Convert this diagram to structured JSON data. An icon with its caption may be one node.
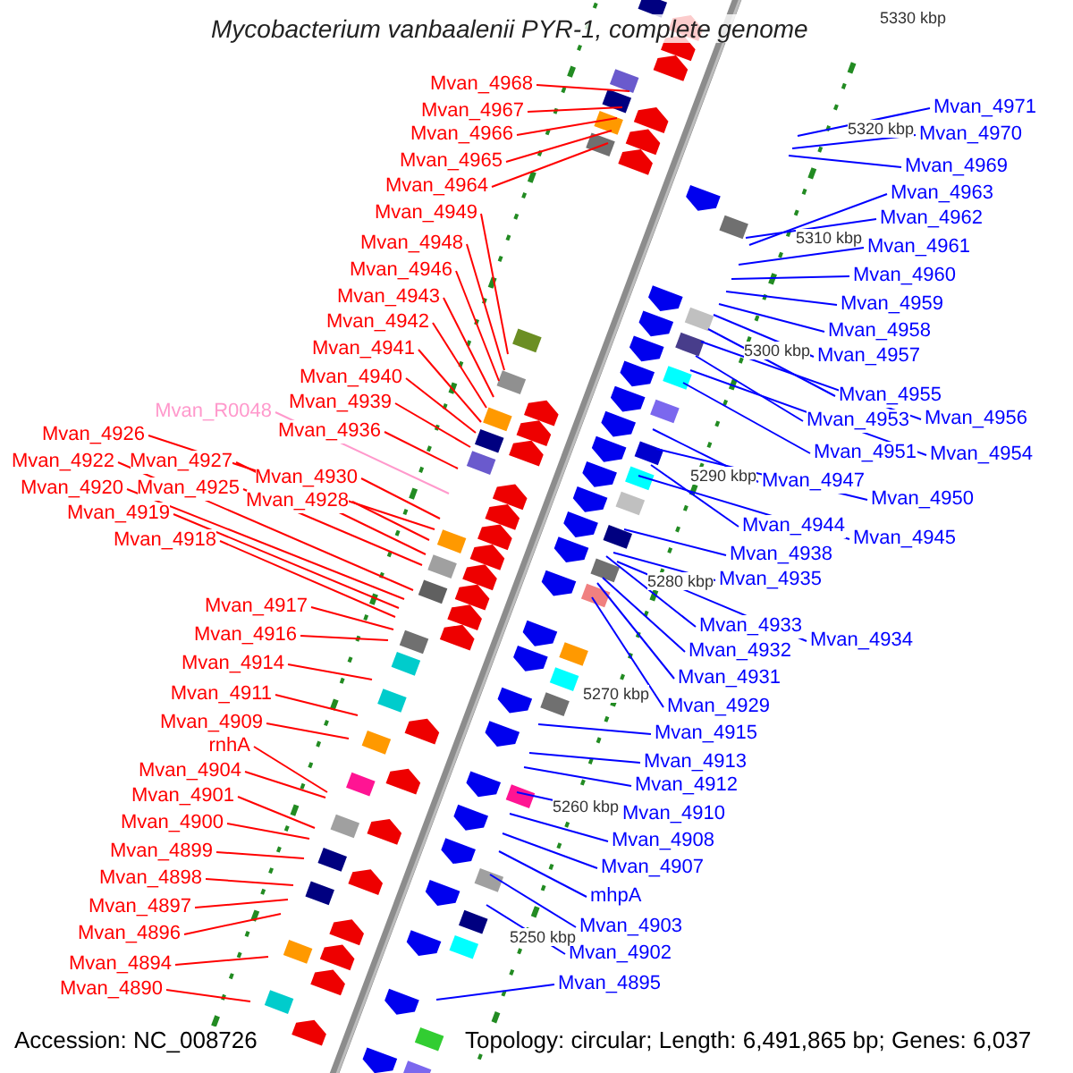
{
  "diagram": {
    "title": "Mycobacterium vanbaalenii PYR-1, complete genome",
    "nodes": [
      {
        "text": [
          "Mvan_4968"
        ]
      },
      {
        "text": [
          "Mvan_4967"
        ]
      },
      {
        "text": [
          "Mvan_4966"
        ]
      },
      {
        "text": [
          "Mvan_4965"
        ]
      },
      {
        "text": [
          "Mvan_4964"
        ]
      },
      {
        "text": [
          "Mvan_4949"
        ]
      },
      {
        "text": [
          "Mvan_4948"
        ]
      },
      {
        "text": [
          "Mvan_4946"
        ]
      },
      {
        "text": [
          "Mvan_4943"
        ]
      },
      {
        "text": [
          "Mvan_4942"
        ]
      },
      {
        "text": [
          "Mvan_4941"
        ]
      },
      {
        "text": [
          "Mvan_4940"
        ]
      },
      {
        "text": [
          "Mvan_4939"
        ]
      },
      {
        "text": [
          "Mvan_R0048"
        ]
      },
      {
        "text": [
          "Mvan_4936"
        ]
      },
      {
        "text": [
          "Mvan_4926"
        ]
      },
      {
        "text": [
          "Mvan_4927"
        ]
      },
      {
        "text": [
          "Mvan_4922"
        ]
      },
      {
        "text": [
          "Mvan_4930"
        ]
      },
      {
        "text": [
          "Mvan_4920"
        ]
      },
      {
        "text": [
          "Mvan_4925"
        ]
      },
      {
        "text": [
          "Mvan_4928"
        ]
      },
      {
        "text": [
          "Mvan_4919"
        ]
      },
      {
        "text": [
          "Mvan_4918"
        ]
      },
      {
        "text": [
          "Mvan_4917"
        ]
      },
      {
        "text": [
          "Mvan_4916"
        ]
      },
      {
        "text": [
          "Mvan_4914"
        ]
      },
      {
        "text": [
          "Mvan_4911"
        ]
      },
      {
        "text": [
          "Mvan_4909"
        ]
      },
      {
        "text": [
          "rnhA"
        ]
      },
      {
        "text": [
          "Mvan_4904"
        ]
      },
      {
        "text": [
          "Mvan_4901"
        ]
      },
      {
        "text": [
          "Mvan_4900"
        ]
      },
      {
        "text": [
          "Mvan_4899"
        ]
      },
      {
        "text": [
          "Mvan_4898"
        ]
      },
      {
        "text": [
          "Mvan_4897"
        ]
      },
      {
        "text": [
          "Mvan_4896"
        ]
      },
      {
        "text": [
          "Mvan_4894"
        ]
      },
      {
        "text": [
          "Mvan_4890"
        ]
      },
      {
        "text": [
          "Mvan_4971"
        ]
      },
      {
        "text": [
          "Mvan_4970"
        ]
      },
      {
        "text": [
          "Mvan_4969"
        ]
      },
      {
        "text": [
          "Mvan_4963"
        ]
      },
      {
        "text": [
          "Mvan_4962"
        ]
      },
      {
        "text": [
          "Mvan_4961"
        ]
      },
      {
        "text": [
          "Mvan_4960"
        ]
      },
      {
        "text": [
          "Mvan_4959"
        ]
      },
      {
        "text": [
          "Mvan_4958"
        ]
      },
      {
        "text": [
          "Mvan_4957"
        ]
      },
      {
        "text": [
          "Mvan_4955"
        ]
      },
      {
        "text": [
          "Mvan_4956"
        ]
      },
      {
        "text": [
          "Mvan_4953"
        ]
      },
      {
        "text": [
          "Mvan_4954"
        ]
      },
      {
        "text": [
          "Mvan_4951"
        ]
      },
      {
        "text": [
          "Mvan_4947"
        ]
      },
      {
        "text": [
          "Mvan_4950"
        ]
      },
      {
        "text": [
          "Mvan_4944"
        ]
      },
      {
        "text": [
          "Mvan_4945"
        ]
      },
      {
        "text": [
          "Mvan_4938"
        ]
      },
      {
        "text": [
          "Mvan_4935"
        ]
      },
      {
        "text": [
          "Mvan_4933"
        ]
      },
      {
        "text": [
          "Mvan_4934"
        ]
      },
      {
        "text": [
          "Mvan_4932"
        ]
      },
      {
        "text": [
          "Mvan_4931"
        ]
      },
      {
        "text": [
          "Mvan_4929"
        ]
      },
      {
        "text": [
          "Mvan_4915"
        ]
      },
      {
        "text": [
          "Mvan_4913"
        ]
      },
      {
        "text": [
          "Mvan_4912"
        ]
      },
      {
        "text": [
          "Mvan_4910"
        ]
      },
      {
        "text": [
          "Mvan_4908"
        ]
      },
      {
        "text": [
          "Mvan_4907"
        ]
      },
      {
        "text": [
          "mhpA"
        ]
      },
      {
        "text": [
          "Mvan_4903"
        ]
      },
      {
        "text": [
          "Mvan_4902"
        ]
      },
      {
        "text": [
          "Mvan_4895"
        ]
      }
    ],
    "edges": [
      {
        "from": 0,
        "to": null,
        "arrow": "none"
      },
      {
        "from": 1,
        "to": null,
        "arrow": "none"
      },
      {
        "from": 2,
        "to": null,
        "arrow": "none"
      },
      {
        "from": 3,
        "to": null,
        "arrow": "none"
      },
      {
        "from": 4,
        "to": null,
        "arrow": "none"
      },
      {
        "from": 5,
        "to": null,
        "arrow": "none"
      },
      {
        "from": 6,
        "to": null,
        "arrow": "none"
      },
      {
        "from": 7,
        "to": null,
        "arrow": "none"
      },
      {
        "from": 8,
        "to": null,
        "arrow": "none"
      },
      {
        "from": 9,
        "to": null,
        "arrow": "none"
      },
      {
        "from": 10,
        "to": null,
        "arrow": "none"
      },
      {
        "from": 11,
        "to": null,
        "arrow": "none"
      },
      {
        "from": 12,
        "to": null,
        "arrow": "none"
      },
      {
        "from": 13,
        "to": null,
        "arrow": "none",
        "color": "#ff99cc"
      },
      {
        "from": 14,
        "to": null,
        "arrow": "none"
      },
      {
        "from": 15,
        "to": null,
        "arrow": "none"
      },
      {
        "from": 16,
        "to": null,
        "arrow": "none"
      },
      {
        "from": 17,
        "to": null,
        "arrow": "none"
      },
      {
        "from": 18,
        "to": null,
        "arrow": "none"
      },
      {
        "from": 19,
        "to": null,
        "arrow": "none"
      },
      {
        "from": 20,
        "to": null,
        "arrow": "none"
      },
      {
        "from": 21,
        "to": null,
        "arrow": "none"
      },
      {
        "from": 22,
        "to": null,
        "arrow": "none"
      },
      {
        "from": 23,
        "to": null,
        "arrow": "none"
      },
      {
        "from": 24,
        "to": null,
        "arrow": "none"
      },
      {
        "from": 25,
        "to": null,
        "arrow": "none"
      },
      {
        "from": 26,
        "to": null,
        "arrow": "none"
      },
      {
        "from": 27,
        "to": null,
        "arrow": "none"
      },
      {
        "from": 28,
        "to": null,
        "arrow": "none"
      },
      {
        "from": 29,
        "to": null,
        "arrow": "none"
      },
      {
        "from": 30,
        "to": null,
        "arrow": "none"
      },
      {
        "from": 31,
        "to": null,
        "arrow": "none"
      },
      {
        "from": 32,
        "to": null,
        "arrow": "none"
      },
      {
        "from": 33,
        "to": null,
        "arrow": "none"
      },
      {
        "from": 34,
        "to": null,
        "arrow": "none"
      },
      {
        "from": 35,
        "to": null,
        "arrow": "none"
      },
      {
        "from": 36,
        "to": null,
        "arrow": "none"
      },
      {
        "from": 37,
        "to": null,
        "arrow": "none"
      },
      {
        "from": 38,
        "to": null,
        "arrow": "none"
      },
      {
        "from": 39,
        "to": null,
        "arrow": "none",
        "color": "#0000ff"
      },
      {
        "from": 40,
        "to": null,
        "arrow": "none",
        "color": "#0000ff"
      },
      {
        "from": 41,
        "to": null,
        "arrow": "none",
        "color": "#0000ff"
      },
      {
        "from": 42,
        "to": null,
        "arrow": "none",
        "color": "#0000ff"
      },
      {
        "from": 43,
        "to": null,
        "arrow": "none",
        "color": "#0000ff"
      },
      {
        "from": 44,
        "to": null,
        "arrow": "none",
        "color": "#0000ff"
      },
      {
        "from": 45,
        "to": null,
        "arrow": "none",
        "color": "#0000ff"
      },
      {
        "from": 46,
        "to": null,
        "arrow": "none",
        "color": "#0000ff"
      },
      {
        "from": 47,
        "to": null,
        "arrow": "none",
        "color": "#0000ff"
      },
      {
        "from": 48,
        "to": null,
        "arrow": "none",
        "color": "#0000ff"
      },
      {
        "from": 49,
        "to": null,
        "arrow": "none",
        "color": "#0000ff"
      },
      {
        "from": 50,
        "to": null,
        "arrow": "none",
        "color": "#0000ff"
      },
      {
        "from": 51,
        "to": null,
        "arrow": "none",
        "color": "#0000ff"
      },
      {
        "from": 52,
        "to": null,
        "arrow": "none",
        "color": "#0000ff"
      },
      {
        "from": 53,
        "to": null,
        "arrow": "none",
        "color": "#0000ff"
      },
      {
        "from": 54,
        "to": null,
        "arrow": "none",
        "color": "#0000ff"
      },
      {
        "from": 55,
        "to": null,
        "arrow": "none",
        "color": "#0000ff"
      },
      {
        "from": 56,
        "to": null,
        "arrow": "none",
        "color": "#0000ff"
      },
      {
        "from": 57,
        "to": null,
        "arrow": "none",
        "color": "#0000ff"
      },
      {
        "from": 58,
        "to": null,
        "arrow": "none",
        "color": "#0000ff"
      },
      {
        "from": 59,
        "to": null,
        "arrow": "none",
        "color": "#0000ff"
      },
      {
        "from": 60,
        "to": null,
        "arrow": "none",
        "color": "#0000ff"
      },
      {
        "from": 61,
        "to": null,
        "arrow": "none",
        "color": "#0000ff"
      },
      {
        "from": 62,
        "to": null,
        "arrow": "none",
        "color": "#0000ff"
      },
      {
        "from": 63,
        "to": null,
        "arrow": "none",
        "color": "#0000ff"
      },
      {
        "from": 64,
        "to": null,
        "arrow": "none",
        "color": "#0000ff"
      },
      {
        "from": 65,
        "to": null,
        "arrow": "none",
        "color": "#0000ff"
      },
      {
        "from": 66,
        "to": null,
        "arrow": "none",
        "color": "#0000ff"
      },
      {
        "from": 67,
        "to": null,
        "arrow": "none",
        "color": "#0000ff"
      },
      {
        "from": 68,
        "to": null,
        "arrow": "none",
        "color": "#0000ff"
      },
      {
        "from": 69,
        "to": null,
        "arrow": "none",
        "color": "#0000ff"
      },
      {
        "from": 70,
        "to": null,
        "arrow": "none",
        "color": "#0000ff"
      },
      {
        "from": 71,
        "to": null,
        "arrow": "none",
        "color": "#0000ff"
      },
      {
        "from": 72,
        "to": null,
        "arrow": "none",
        "color": "#0000ff"
      },
      {
        "from": 73,
        "to": null,
        "arrow": "none",
        "color": "#0000ff"
      },
      {
        "from": 74,
        "to": null,
        "arrow": "none",
        "color": "#0000ff"
      }
    ],
    "labels": [
      "5330 kbp",
      "5320 kbp",
      "5310 kbp",
      "5300 kbp",
      "5290 kbp",
      "5280 kbp",
      "5270 kbp",
      "5260 kbp",
      "5250 kbp",
      "Accession: NC_008726",
      "Topology: circular; Length: 6,491,865 bp; Genes: 6,037"
    ]
  }
}
